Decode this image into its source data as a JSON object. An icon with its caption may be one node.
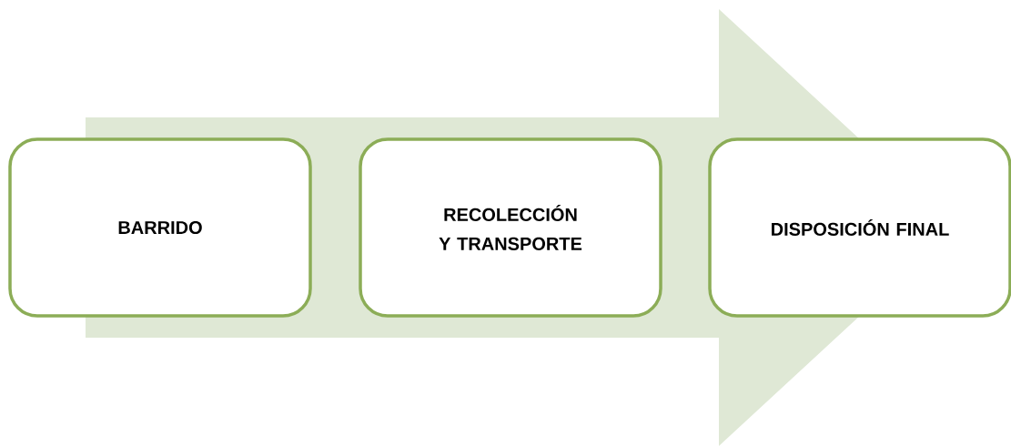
{
  "diagram": {
    "nodes": [
      {
        "text": [
          "BARRIDO"
        ]
      },
      {
        "text": [
          "RECOLECCIÓN Y TRANSPORTE"
        ]
      },
      {
        "text": [
          "DISPOSICIÓN FINAL"
        ]
      }
    ],
    "edges": [
      {
        "from": 0,
        "to": 2,
        "arrow": "to"
      }
    ]
  }
}
